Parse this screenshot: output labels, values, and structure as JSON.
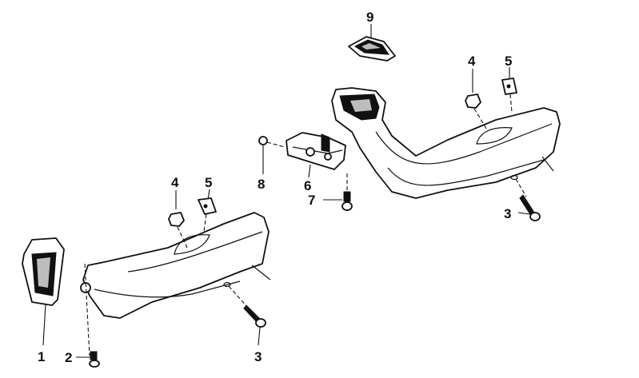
{
  "diagram": {
    "labels": [
      {
        "id": "callout-1",
        "text": "1"
      },
      {
        "id": "callout-2",
        "text": "2"
      },
      {
        "id": "callout-3-left",
        "text": "3"
      },
      {
        "id": "callout-4-left",
        "text": "4"
      },
      {
        "id": "callout-5-left",
        "text": "5"
      },
      {
        "id": "callout-6",
        "text": "6"
      },
      {
        "id": "callout-7",
        "text": "7"
      },
      {
        "id": "callout-8",
        "text": "8"
      },
      {
        "id": "callout-9",
        "text": "9"
      },
      {
        "id": "callout-4-right",
        "text": "4"
      },
      {
        "id": "callout-5-right",
        "text": "5"
      },
      {
        "id": "callout-3-right",
        "text": "3"
      }
    ]
  }
}
